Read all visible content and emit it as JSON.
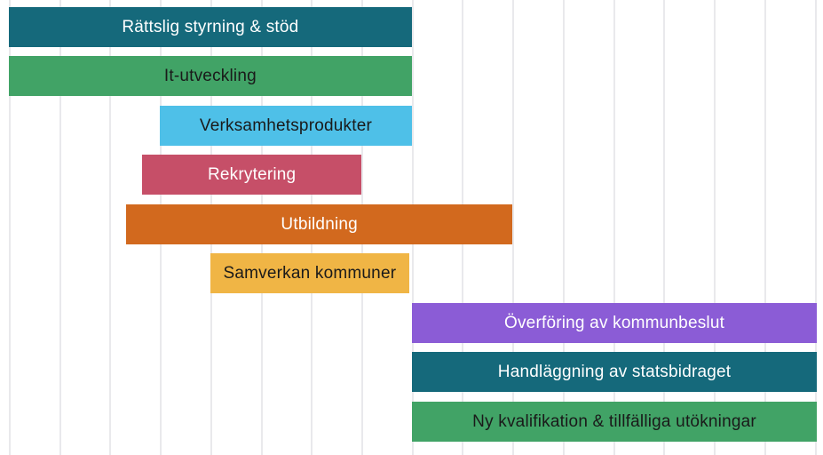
{
  "chart_data": {
    "type": "bar",
    "subtype": "gantt",
    "orientation": "horizontal",
    "title": "",
    "xlabel": "",
    "ylabel": "",
    "axes_visible": false,
    "legend": "none",
    "grid": "vertical-only",
    "background_color": "#FFFFFF",
    "gridline_color": "#E9E9EC",
    "gridline_count": 17,
    "x_axis_units": [
      0,
      16.05
    ],
    "bars": [
      {
        "label": "Rättslig styrning & stöd",
        "start": 0,
        "end": 8,
        "color": "#15697B",
        "text_color": "#FFFFFF"
      },
      {
        "label": "It-utveckling",
        "start": 0,
        "end": 8,
        "color": "#41A366",
        "text_color": "#1A1A1A"
      },
      {
        "label": "Verksamhetsprodukter",
        "start": 3,
        "end": 8,
        "color": "#4EC0E8",
        "text_color": "#1A1A1A"
      },
      {
        "label": "Rekrytering",
        "start": 2.65,
        "end": 7,
        "color": "#C64F68",
        "text_color": "#FFFFFF"
      },
      {
        "label": "Utbildning",
        "start": 2.33,
        "end": 10,
        "color": "#D2691E",
        "text_color": "#FFFFFF"
      },
      {
        "label": "Samverkan kommuner",
        "start": 4,
        "end": 7.95,
        "color": "#F0B545",
        "text_color": "#1A1A1A"
      },
      {
        "label": "Överföring av kommunbeslut",
        "start": 8,
        "end": 16.05,
        "color": "#8B5CD6",
        "text_color": "#FFFFFF"
      },
      {
        "label": "Handläggning av statsbidraget",
        "start": 8,
        "end": 16.05,
        "color": "#15697B",
        "text_color": "#FFFFFF"
      },
      {
        "label": "Ny kvalifikation & tillfälliga utökningar",
        "start": 8,
        "end": 16.05,
        "color": "#41A366",
        "text_color": "#1A1A1A"
      }
    ]
  }
}
